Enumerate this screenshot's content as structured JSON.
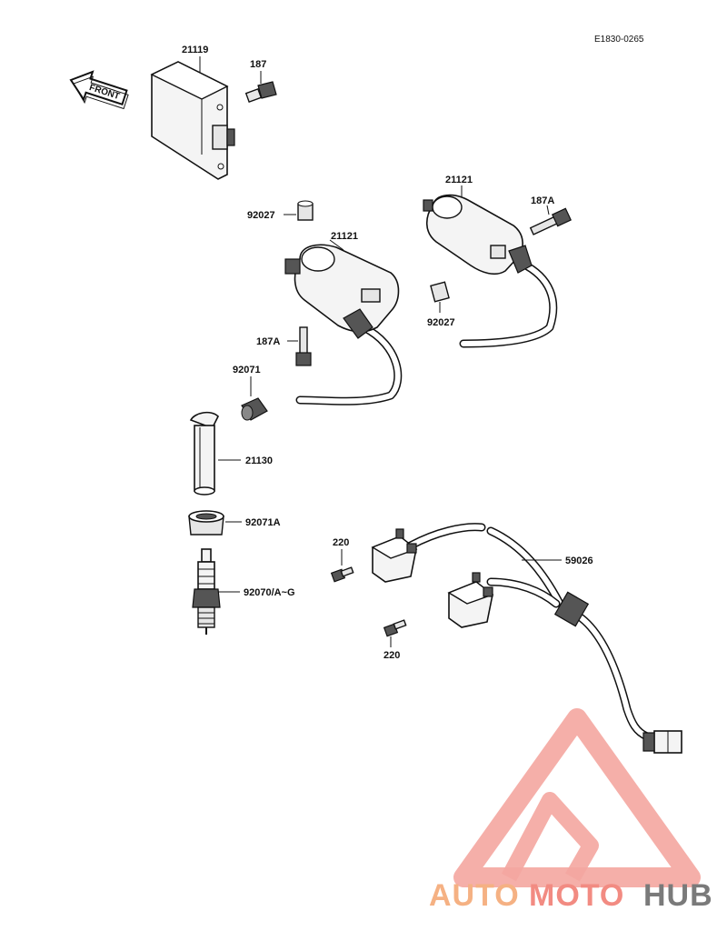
{
  "diagram_code": "E1830-0265",
  "front_label": "FRONT",
  "watermark": {
    "part1": "AUTO",
    "part2": "MOTO",
    "part3": "HUB",
    "color1": "#f5b183",
    "color2": "#f28b82",
    "color3": "#7a7a7a"
  },
  "callouts": {
    "c21119": "21119",
    "c187": "187",
    "c92027a": "92027",
    "c21121a": "21121",
    "c21121b": "21121",
    "c187a_right": "187A",
    "c92027b": "92027",
    "c187a_left": "187A",
    "c92071": "92071",
    "c21130": "21130",
    "c92071a": "92071A",
    "c92070": "92070/A~G",
    "c220a": "220",
    "c220b": "220",
    "c59026": "59026"
  }
}
